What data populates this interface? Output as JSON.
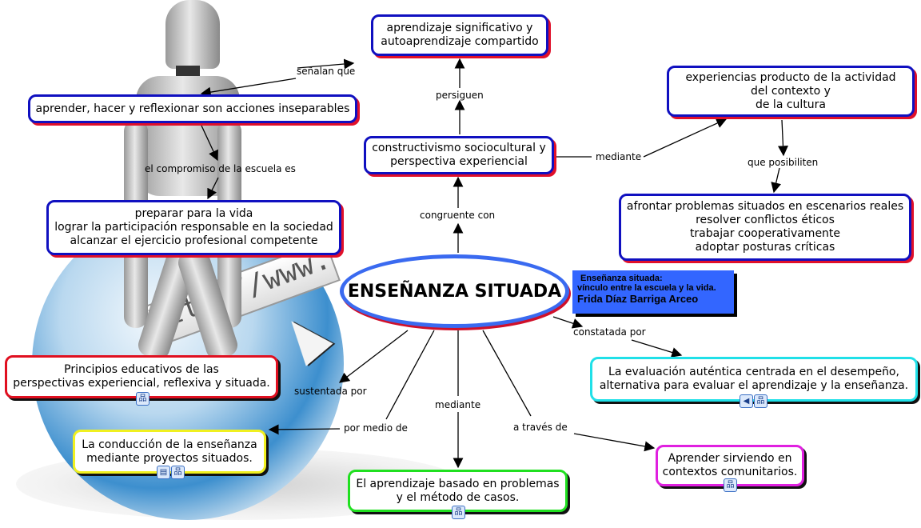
{
  "central": "ENSEÑANZA SITUADA",
  "note": {
    "line1": "Enseñanza situada:",
    "line2": "vínculo entre la escuela y la vida.",
    "line3": "Frida Díaz Barriga Arceo"
  },
  "background": {
    "url_text": "http://www."
  },
  "concepts": {
    "aprendizaje": [
      "aprendizaje significativo y",
      "autoaprendizaje compartido"
    ],
    "aprender": [
      "aprender, hacer y reflexionar son acciones inseparables"
    ],
    "constructivismo": [
      "constructivismo sociocultural y",
      "perspectiva experiencial"
    ],
    "experiencias": [
      "experiencias producto de la actividad",
      "del contexto y",
      "de la cultura"
    ],
    "afrontar": [
      "afrontar problemas situados en escenarios reales",
      "resolver conflictos éticos",
      "trabajar cooperativamente",
      "adoptar posturas críticas"
    ],
    "preparar": [
      "preparar para la vida",
      "lograr la participación responsable en la sociedad",
      "alcanzar el ejercicio profesional competente"
    ],
    "principios": [
      "Principios educativos de las",
      "perspectivas experiencial, reflexiva y situada."
    ],
    "evaluacion": [
      "La evaluación auténtica centrada en el desempeño,",
      "alternativa para evaluar el aprendizaje y la enseñanza."
    ],
    "conduccion": [
      "La conducción de la enseñanza",
      "mediante proyectos situados."
    ],
    "abp": [
      "El aprendizaje basado en problemas",
      "y el método de casos."
    ],
    "servicio": [
      "Aprender sirviendo en",
      "contextos comunitarios."
    ]
  },
  "links": {
    "senalan": "señalan que",
    "persiguen": "persiguen",
    "mediante1": "mediante",
    "posibiliten": "que posibiliten",
    "compromiso": "el  compromiso de la escuela es",
    "congruente": "congruente con",
    "constatada": "constatada por",
    "sustentada": "sustentada por",
    "pormedio": "por medio de",
    "mediante2": "mediante",
    "traves": "a través de"
  },
  "icons": {
    "cmap": "cmap-link-icon",
    "image": "image-resource-icon",
    "audio": "audio-resource-icon"
  }
}
